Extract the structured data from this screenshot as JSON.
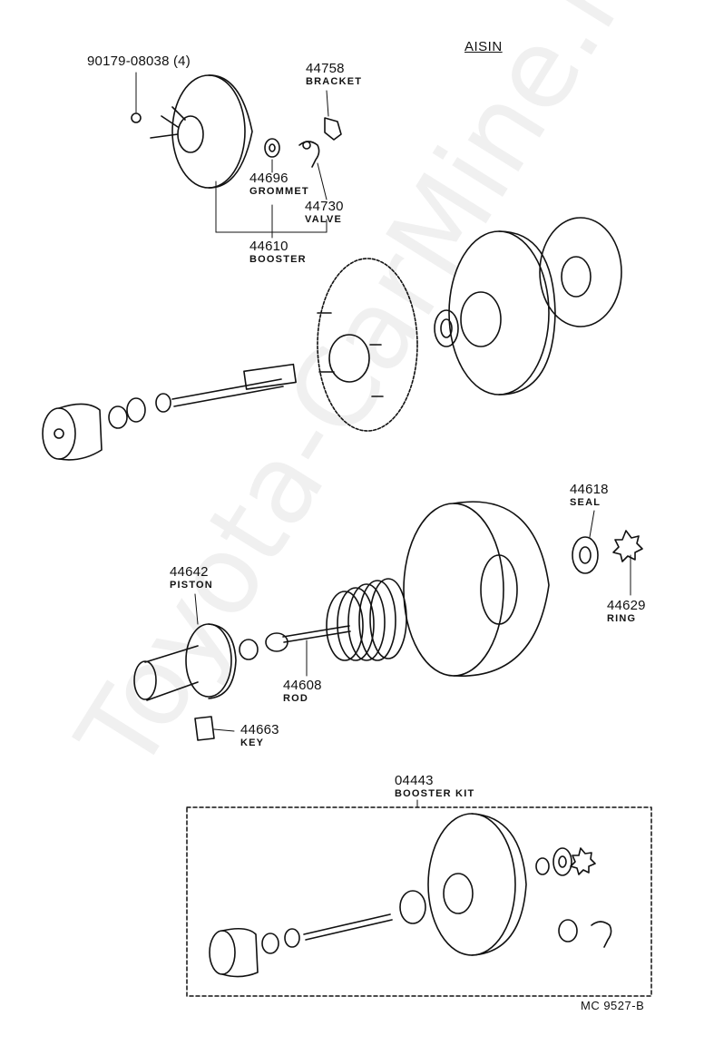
{
  "brand": "AISIN",
  "drawing_code": "MC  9527-B",
  "watermark": "Toyota-CarMine.ru",
  "colors": {
    "line": "#111111",
    "background": "#ffffff"
  },
  "parts": {
    "bolt": {
      "number": "90179-08038 (4)"
    },
    "bracket": {
      "number": "44758",
      "name": "BRACKET"
    },
    "grommet": {
      "number": "44696",
      "name": "GROMMET"
    },
    "valve": {
      "number": "44730",
      "name": "VALVE"
    },
    "booster": {
      "number": "44610",
      "name": "BOOSTER"
    },
    "seal": {
      "number": "44618",
      "name": "SEAL"
    },
    "piston": {
      "number": "44642",
      "name": "PISTON"
    },
    "ring": {
      "number": "44629",
      "name": "RING"
    },
    "rod": {
      "number": "44608",
      "name": "ROD"
    },
    "key": {
      "number": "44663",
      "name": "KEY"
    },
    "kit": {
      "number": "04443",
      "name": "BOOSTER KIT"
    }
  }
}
